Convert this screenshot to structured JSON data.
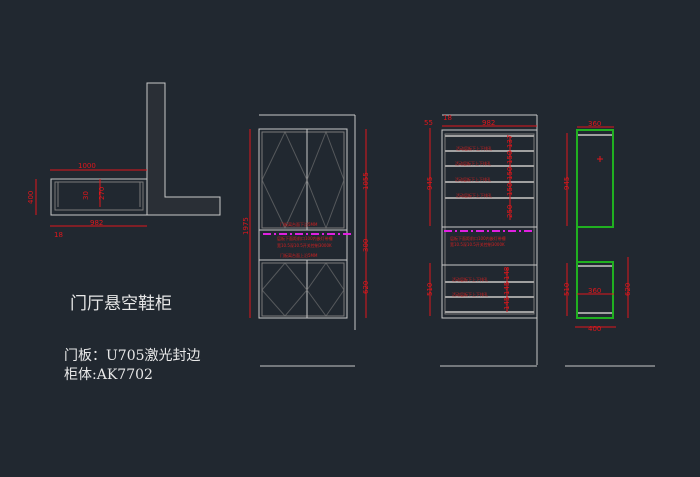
{
  "title": "门厅悬空鞋柜",
  "door_panel": "门板：U705激光封边",
  "cabinet_body": "柜体:AK7702",
  "plan_dims": {
    "width": "1000",
    "inner": "982",
    "depth": "400",
    "d30": "30",
    "d270": "270",
    "d18": "18"
  },
  "front_dims": {
    "total": "1975",
    "upper": "1055",
    "middle": "300",
    "lower": "620"
  },
  "front_notes": [
    "门板离台面下沿5MM",
    "层板下面距前口100内嵌灯带槽",
    "宽10.5深10.5开关控制3000K",
    "门板离台面上沿5MM"
  ],
  "interior_dims": {
    "top": "55",
    "side": "18",
    "width": "982",
    "upper": "945",
    "lower": "510",
    "s1": "137",
    "s2": "150",
    "s3": "150",
    "s4": "150",
    "s5": "250",
    "b1": "148",
    "b2": "145",
    "b3": "145"
  },
  "interior_notes": [
    "活动层板下上下排孔",
    "活动层板下上下排孔",
    "活动层板下上下排孔",
    "活动层板下上下排孔",
    "层板下面距前口100内嵌灯带槽",
    "宽10.5深10.5开关控制3000K",
    "活动层板下上下排孔",
    "活动层板下上下排孔"
  ],
  "side_dims": {
    "top": "360",
    "upper": "945",
    "lower": "510",
    "mid": "360",
    "depth": "400",
    "right": "620"
  }
}
